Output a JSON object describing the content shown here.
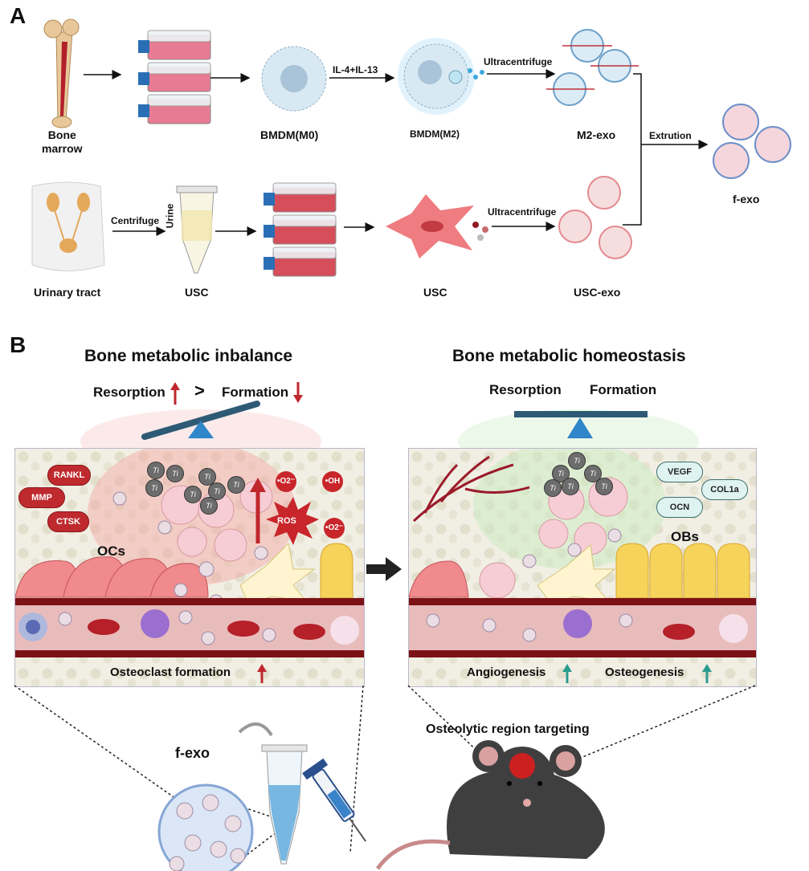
{
  "panel_a": {
    "letter": "A",
    "bone_marrow": "Bone\nmarrow",
    "bmdm_m0": "BMDM(M0)",
    "il": "IL-4+IL-13",
    "bmdm_m2": "BMDM(M2)",
    "ultracentrifuge_top": "Ultracentrifuge",
    "m2_exo": "M2-exo",
    "extrution": "Extrution",
    "f_exo": "f-exo",
    "urinary_tract": "Urinary tract",
    "centrifuge": "Centrifuge",
    "urine": "Urine",
    "usc_tube": "USC",
    "usc_cell": "USC",
    "ultracentrifuge_bottom": "Ultracentrifuge",
    "usc_exo": "USC-exo"
  },
  "panel_b": {
    "letter": "B",
    "left_title": "Bone metabolic inbalance",
    "resorption_left": "Resorption",
    "greater": ">",
    "formation_left": "Formation",
    "right_title": "Bone metabolic homeostasis",
    "resorption_right": "Resorption",
    "formation_right": "Formation",
    "rankl": "RANKL",
    "mmp": "MMP",
    "ctsk": "CTSK",
    "ocs": "OCs",
    "ros": "ROS",
    "o2_top": "•O2⁻",
    "oh": "•OH",
    "o2_bottom": "•O2⁻",
    "ti": "Ti",
    "osteoclast_formation": "Osteoclast formation",
    "vegf": "VEGF",
    "col1a": "COL1a",
    "ocn": "OCN",
    "obs": "OBs",
    "angiogenesis": "Angiogenesis",
    "osteogenesis": "Osteogenesis",
    "f_exo_bottom": "f-exo",
    "targeting": "Osteolytic region targeting"
  },
  "colors": {
    "red_arrow": "#c0262c",
    "teal_arrow": "#2a9d8f",
    "balance": "#2e5a75",
    "fulcrum": "#2f86c9"
  }
}
